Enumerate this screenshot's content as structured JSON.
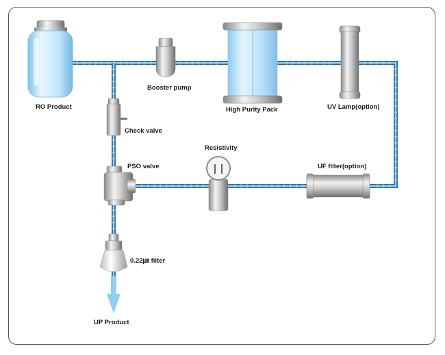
{
  "labels": {
    "ro_product": "RO Product",
    "booster_pump": "Booster pump",
    "high_purity_pack": "High Purity Pack",
    "uv_lamp": "UV Lamp(option)",
    "check_valve": "Check valve",
    "resistivity": "Resistivity",
    "pso_valve": "PSO valve",
    "uf_filter": "UF filter(option)",
    "filter_022": "0.22㎛ filter",
    "up_product": "UP Product"
  },
  "colors": {
    "pipe_outer": "#2e6ea4",
    "pipe_inner": "#9fd3f2",
    "arrow_fill": "#8ccdf0",
    "frame": "#555555"
  }
}
